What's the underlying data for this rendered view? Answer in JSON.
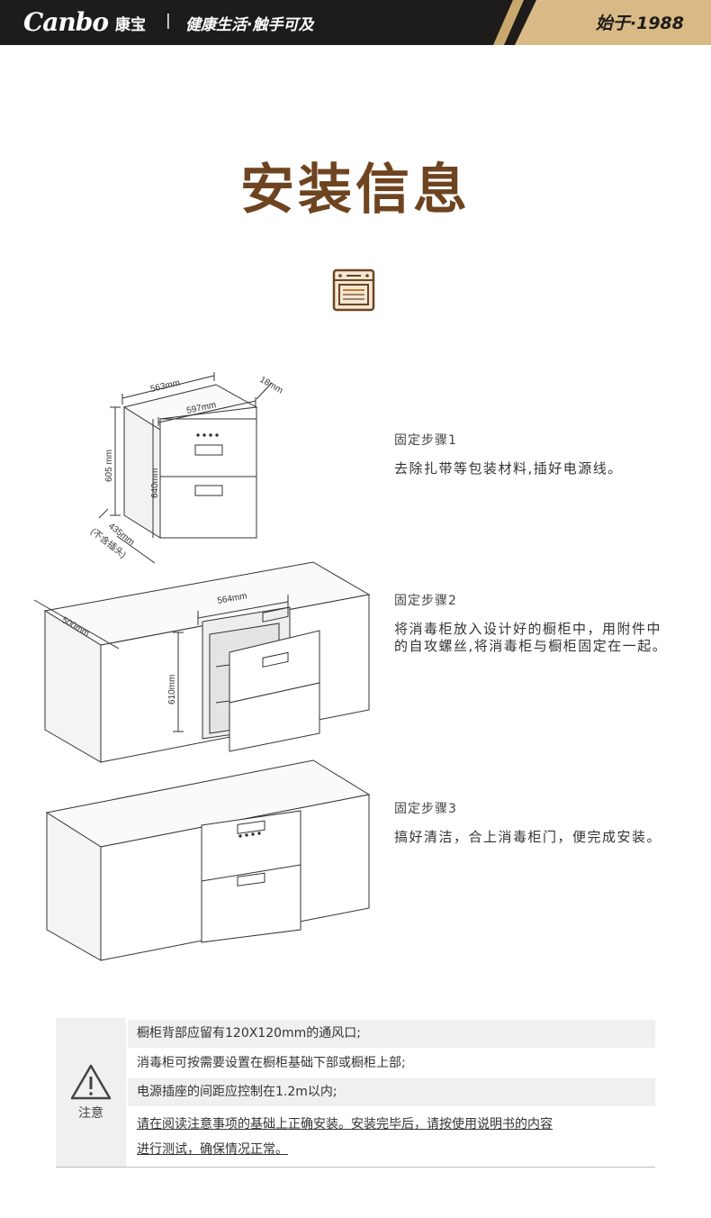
{
  "header": {
    "brand": "Canbo",
    "brand_cn": "康宝",
    "separator": "|",
    "slogan": "健康生活·触手可及",
    "since": "始于·1988"
  },
  "page_title": "安装信息",
  "icons": {
    "oven": "oven-icon",
    "warning": "warning-triangle-icon"
  },
  "colors": {
    "header_bg": "#1e1c1a",
    "header_gold": "#d9ba86",
    "title": "#6e4420"
  },
  "diagram1": {
    "depth_top": "563mm",
    "width_front": "597mm",
    "thickness": "18mm",
    "height_outer": "605 mm",
    "height_front": "640mm",
    "depth_bottom": "435mm",
    "depth_note": "(不含插头)"
  },
  "diagram2": {
    "width": "564mm",
    "depth": "500mm",
    "height": "610mm"
  },
  "steps": [
    {
      "title": "固定步骤1",
      "desc": "去除扎带等包装材料,插好电源线。"
    },
    {
      "title": "固定步骤2",
      "desc": "将消毒柜放入设计好的橱柜中，用附件中的自攻螺丝,将消毒柜与橱柜固定在一起。"
    },
    {
      "title": "固定步骤3",
      "desc": "搞好清洁，合上消毒柜门，便完成安装。"
    }
  ],
  "notes": {
    "label": "注意",
    "items": [
      "橱柜背部应留有120X120mm的通风口;",
      "消毒柜可按需要设置在橱柜基础下部或橱柜上部;",
      "电源插座的间距应控制在1.2m以内;",
      "请在阅读注意事项的基础上正确安装。安装完毕后，请按使用说明书的内容",
      "进行测试，确保情况正常。"
    ]
  }
}
